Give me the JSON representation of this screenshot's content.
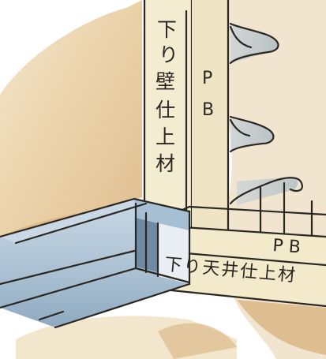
{
  "labels": {
    "vertical_trim": [
      "下",
      "り",
      "壁",
      "仕",
      "上",
      "材"
    ],
    "vertical_pb": [
      "P",
      "B"
    ],
    "horizontal_pb": "P B",
    "horizontal_trim": "下り天井仕上材"
  },
  "colors": {
    "wall_wash": "#e8cfa5",
    "wall_shadow": "#c89a63",
    "board": "#f3eacb",
    "board_edge": "#e3d3a4",
    "metal_light": "#c7d6e2",
    "metal_mid": "#9fb8cc",
    "metal_dark": "#6f8aa3",
    "ink": "#2a2622"
  }
}
